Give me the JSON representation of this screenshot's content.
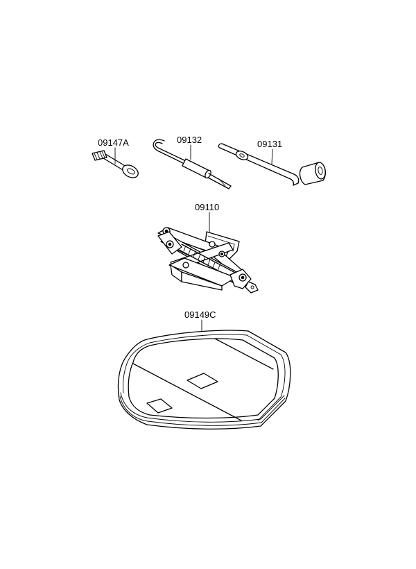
{
  "parts": [
    {
      "id": "towing-eye",
      "label": "09147A"
    },
    {
      "id": "jack-handle",
      "label": "09132"
    },
    {
      "id": "wheel-wrench",
      "label": "09131"
    },
    {
      "id": "jack",
      "label": "09110"
    },
    {
      "id": "tool-tray",
      "label": "09149C"
    }
  ],
  "colors": {
    "line": "#000000",
    "background": "#ffffff"
  }
}
